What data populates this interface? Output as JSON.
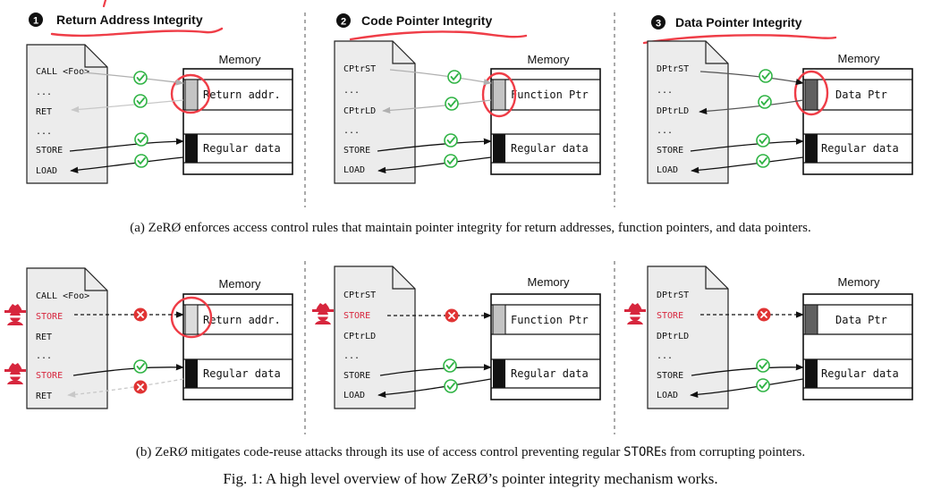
{
  "memory_label": "Memory",
  "colors": {
    "ok": "#2fb344",
    "bad": "#e03434",
    "annotation": "#ef3d47",
    "attacker": "#d7263d",
    "doc_fill": "#ececec",
    "light_slot": "#c4c4c4",
    "dark_slot": "#606060"
  },
  "top_row": {
    "panels": [
      {
        "number": "1",
        "title": "Return Address Integrity",
        "instructions": [
          "CALL <Foo>",
          "...",
          "RET",
          "...",
          "STORE",
          "LOAD"
        ],
        "cell_labels": [
          "Return addr.",
          "Regular data"
        ]
      },
      {
        "number": "2",
        "title": "Code Pointer Integrity",
        "instructions": [
          "CPtrST",
          "...",
          "CPtrLD",
          "...",
          "STORE",
          "LOAD"
        ],
        "cell_labels": [
          "Function Ptr",
          "Regular data"
        ]
      },
      {
        "number": "3",
        "title": "Data Pointer Integrity",
        "instructions": [
          "DPtrST",
          "...",
          "DPtrLD",
          "...",
          "STORE",
          "LOAD"
        ],
        "cell_labels": [
          "Data Ptr",
          "Regular data"
        ]
      }
    ],
    "caption": "(a) ZeRØ enforces access control rules that maintain pointer integrity for return addresses, function pointers, and data pointers."
  },
  "bottom_row": {
    "panels": [
      {
        "instructions": [
          "CALL <Foo>",
          "STORE",
          "RET",
          "...",
          "STORE",
          "RET"
        ],
        "cell_labels": [
          "Return addr.",
          "Regular data"
        ]
      },
      {
        "instructions": [
          "CPtrST",
          "STORE",
          "CPtrLD",
          "...",
          "STORE",
          "LOAD"
        ],
        "cell_labels": [
          "Function Ptr",
          "Regular data"
        ]
      },
      {
        "instructions": [
          "DPtrST",
          "STORE",
          "DPtrLD",
          "...",
          "STORE",
          "LOAD"
        ],
        "cell_labels": [
          "Data Ptr",
          "Regular data"
        ]
      }
    ],
    "caption_pre": "(b) ZeRØ mitigates code-reuse attacks through its use of access control preventing regular ",
    "caption_code": "STORE",
    "caption_post": "s from corrupting pointers."
  },
  "figure_caption": "Fig. 1: A high level overview of how ZeRØ’s pointer integrity mechanism works."
}
